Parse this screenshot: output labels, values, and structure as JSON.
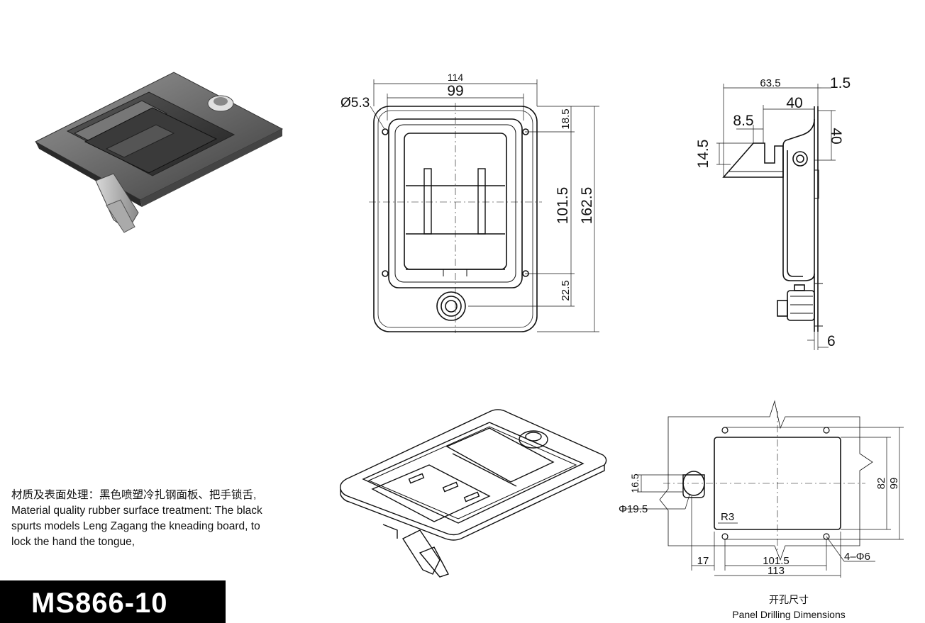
{
  "product": {
    "model": "MS866-10",
    "description_cn": "材质及表面处理：黑色喷塑冷扎钢面板、把手锁舌,",
    "description_en": [
      "Material quality rubber surface treatment: The black",
      "spurts models Leng Zagang the kneading board, to",
      "lock the hand the tongue,"
    ]
  },
  "front_view": {
    "dim_width_outer": "114",
    "dim_width_inner": "99",
    "dim_hole_dia": "Ø5.3",
    "dim_top_offset": "18.5",
    "dim_hole_spacing": "101.5",
    "dim_height": "162.5",
    "dim_lock_offset": "22.5"
  },
  "side_view": {
    "dim_depth": "63.5",
    "dim_flange": "1.5",
    "dim_tongue_width": "40",
    "dim_tongue_gap": "8.5",
    "dim_tongue_height": "14.5",
    "dim_vertical": "40",
    "dim_bottom": "6"
  },
  "panel_drilling": {
    "caption_cn": "开孔尺寸",
    "caption_en": "Panel Drilling Dimensions",
    "dim_lock_hole": "16.5",
    "dim_lock_dia": "Φ19.5",
    "dim_radius": "R3",
    "dim_left_offset": "17",
    "dim_hole_spacing": "101.5",
    "dim_total_width": "113",
    "dim_holes": "4–Φ6",
    "dim_height_inner": "82",
    "dim_height_outer": "99"
  }
}
